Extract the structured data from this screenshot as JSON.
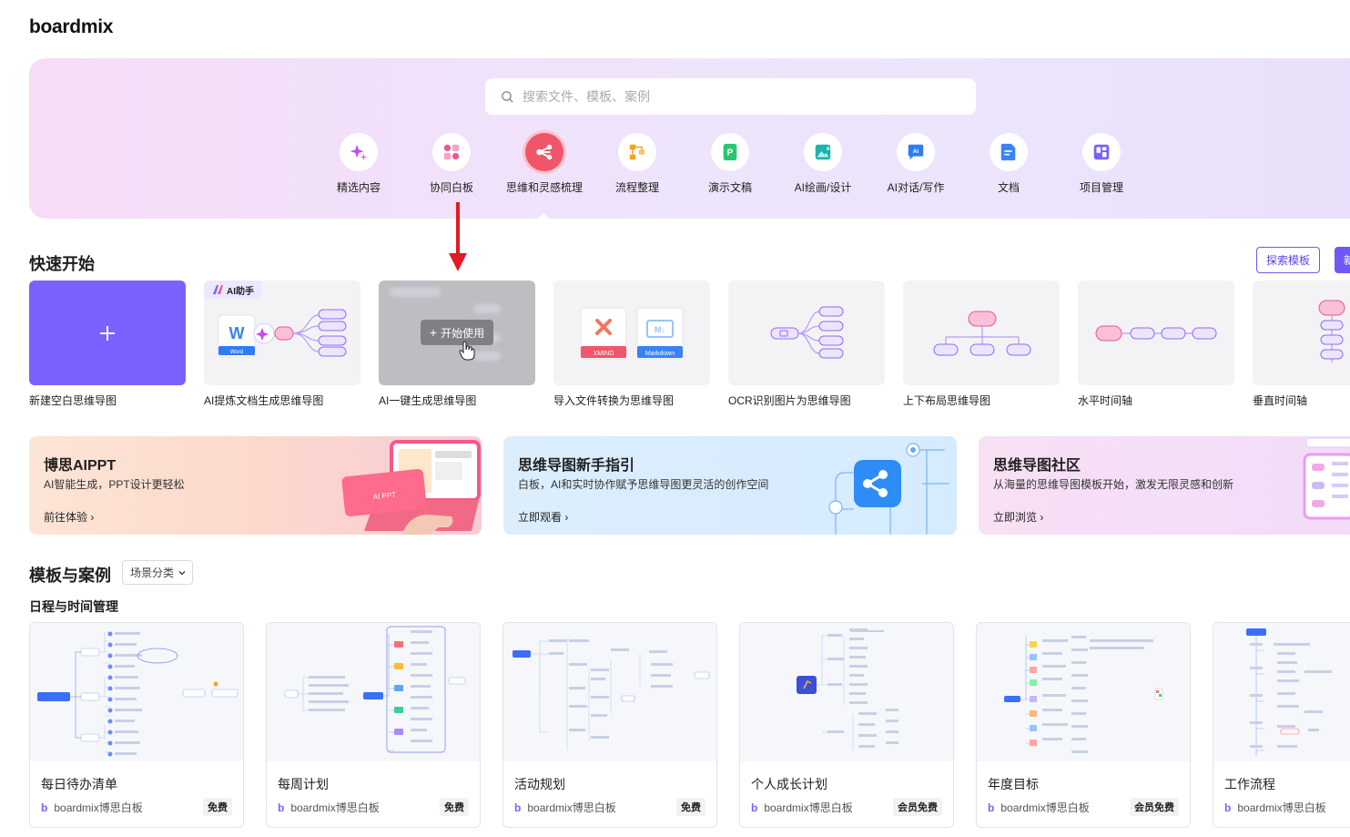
{
  "app": {
    "logo": "boardmix"
  },
  "search": {
    "placeholder": "搜索文件、模板、案例"
  },
  "categories": [
    {
      "label": "精选内容",
      "icon": "sparkle-icon",
      "color": "#c34dea"
    },
    {
      "label": "协同白板",
      "icon": "whiteboard-icon",
      "color": "#e65a8f"
    },
    {
      "label": "思维和灵感梳理",
      "icon": "mindmap-icon",
      "color": "#f0566a",
      "active": true
    },
    {
      "label": "流程整理",
      "icon": "flowchart-icon",
      "color": "#f4a31c"
    },
    {
      "label": "演示文稿",
      "icon": "presentation-icon",
      "color": "#28c76f"
    },
    {
      "label": "AI绘画/设计",
      "icon": "ai-paint-icon",
      "color": "#20b2aa"
    },
    {
      "label": "AI对话/写作",
      "icon": "ai-chat-icon",
      "color": "#2e7cf6"
    },
    {
      "label": "文档",
      "icon": "document-icon",
      "color": "#3b82f6"
    },
    {
      "label": "项目管理",
      "icon": "kanban-icon",
      "color": "#7b61ff"
    }
  ],
  "quick_start": {
    "title": "快速开始",
    "explore_button": "探索模板",
    "new_button": "新",
    "ai_badge": "AI助手",
    "start_button": "开始使用",
    "items": [
      {
        "label": "新建空白思维导图"
      },
      {
        "label": "AI提炼文档生成思维导图"
      },
      {
        "label": "AI一键生成思维导图"
      },
      {
        "label": "导入文件转换为思维导图"
      },
      {
        "label": "OCR识别图片为思维导图"
      },
      {
        "label": "上下布局思维导图"
      },
      {
        "label": "水平时间轴"
      },
      {
        "label": "垂直时间轴"
      }
    ],
    "import_tags": {
      "xmind": "XMIND",
      "markdown": "Markdown",
      "word": "Word"
    }
  },
  "banners": [
    {
      "title": "博思AIPPT",
      "subtitle": "AI智能生成，PPT设计更轻松",
      "link": "前往体验"
    },
    {
      "title": "思维导图新手指引",
      "subtitle": "白板，AI和实时协作赋予思维导图更灵活的创作空间",
      "link": "立即观看"
    },
    {
      "title": "思维导图社区",
      "subtitle": "从海量的思维导图模板开始，激发无限灵感和创新",
      "link": "立即浏览"
    }
  ],
  "templates": {
    "title": "模板与案例",
    "filter": "场景分类",
    "section": "日程与时间管理",
    "items": [
      {
        "name": "每日待办清单",
        "author": "boardmix博思白板",
        "badge": "免费"
      },
      {
        "name": "每周计划",
        "author": "boardmix博思白板",
        "badge": "免费"
      },
      {
        "name": "活动规划",
        "author": "boardmix博思白板",
        "badge": "免费"
      },
      {
        "name": "个人成长计划",
        "author": "boardmix博思白板",
        "badge": "会员免费"
      },
      {
        "name": "年度目标",
        "author": "boardmix博思白板",
        "badge": "会员免费"
      },
      {
        "name": "工作流程",
        "author": "boardmix博思白板",
        "badge": ""
      }
    ]
  }
}
